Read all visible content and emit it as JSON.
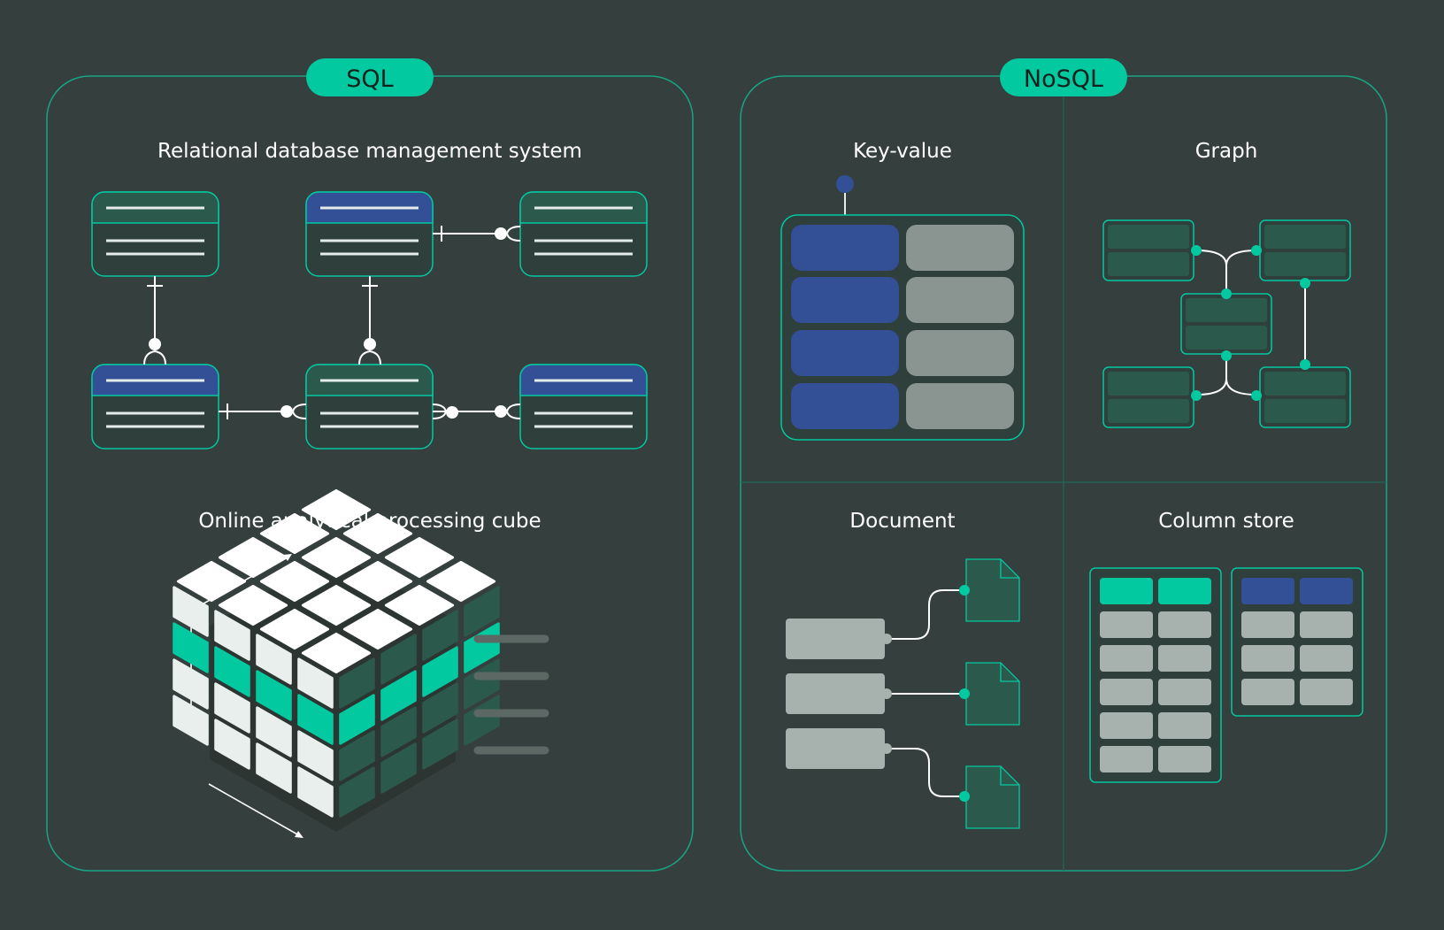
{
  "colors": {
    "background": "#353f3e",
    "accent": "#03c9a0",
    "panel_border": "#1aa383",
    "dark_green": "#2b5a4d",
    "blue": "#334f96",
    "gray": "#8a9591",
    "light_gray": "#a7b1ad",
    "white": "#ffffff"
  },
  "sql": {
    "label": "SQL",
    "rdbms_title": "Relational database management system",
    "olap_title": "Online analytical processing cube"
  },
  "nosql": {
    "label": "NoSQL",
    "key_value_title": "Key-value",
    "graph_title": "Graph",
    "document_title": "Document",
    "column_store_title": "Column store"
  },
  "icons": [
    "entity-table-icon",
    "crows-foot-connector-icon",
    "olap-cube-icon",
    "document-file-icon",
    "graph-node-icon"
  ]
}
